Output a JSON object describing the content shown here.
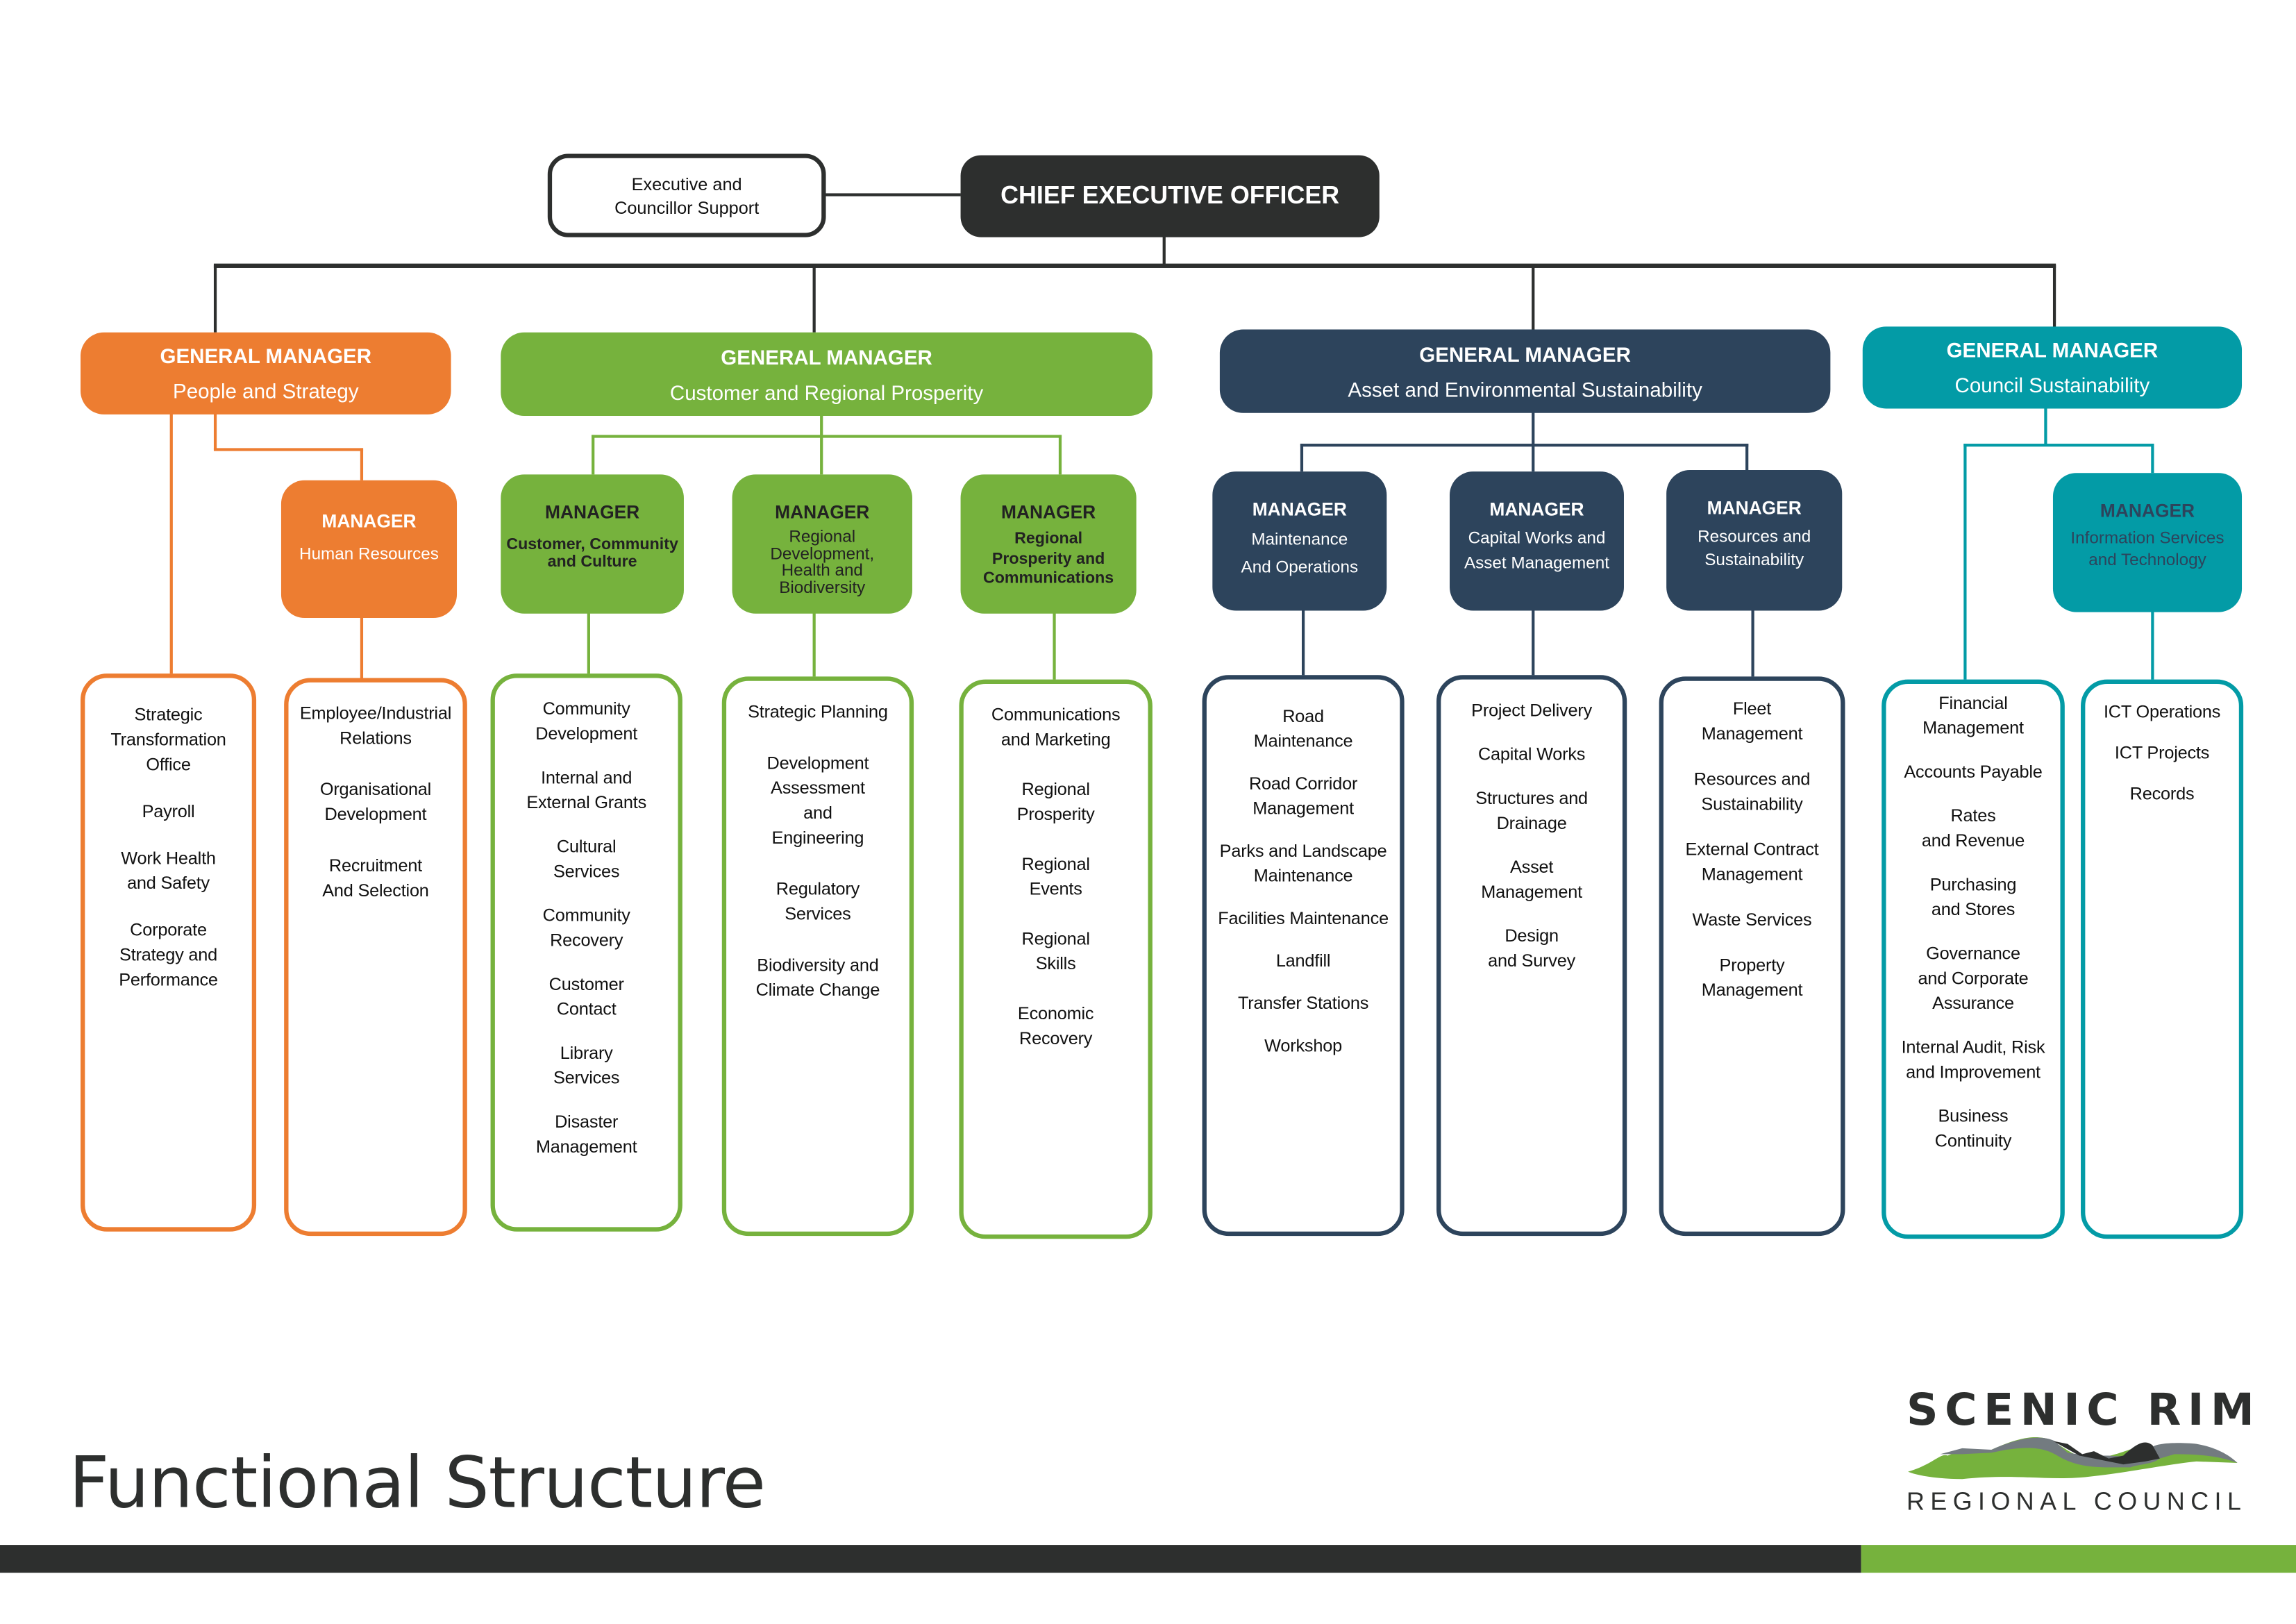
{
  "colors": {
    "orange": "#ed7d31",
    "green": "#76b23d",
    "navy": "#2d445c",
    "teal": "#039ba6",
    "dark": "#2d2f2e"
  },
  "exec_support": "Executive and\nCouncillor Support",
  "ceo": "CHIEF EXECUTIVE OFFICER",
  "general_managers": [
    {
      "title": "GENERAL MANAGER",
      "subtitle": "People and Strategy"
    },
    {
      "title": "GENERAL MANAGER",
      "subtitle": "Customer and Regional Prosperity"
    },
    {
      "title": "GENERAL MANAGER",
      "subtitle": "Asset and Environmental Sustainability"
    },
    {
      "title": "GENERAL MANAGER",
      "subtitle": "Council Sustainability"
    }
  ],
  "managers": [
    {
      "title": "MANAGER",
      "subtitle": "Human  Resources"
    },
    {
      "title": "MANAGER",
      "subtitle": "Customer, Community\nand Culture"
    },
    {
      "title": "MANAGER",
      "subtitle": "Regional\nDevelopment,\nHealth and\nBiodiversity"
    },
    {
      "title": "MANAGER",
      "subtitle": "Regional\nProsperity and\nCommunications"
    },
    {
      "title": "MANAGER",
      "subtitle": "Maintenance\nAnd Operations"
    },
    {
      "title": "MANAGER",
      "subtitle": "Capital Works and\nAsset Management"
    },
    {
      "title": "MANAGER",
      "subtitle": "Resources and\nSustainability"
    },
    {
      "title": "MANAGER",
      "subtitle": "Information Services\nand Technology"
    }
  ],
  "functions": [
    [
      "Strategic\nTransformation\nOffice",
      "Payroll",
      "Work Health\nand Safety",
      "Corporate\nStrategy and\nPerformance"
    ],
    [
      "Employee/Industrial\nRelations",
      "Organisational\nDevelopment",
      "Recruitment\nAnd Selection"
    ],
    [
      "Community\nDevelopment",
      "Internal and\nExternal Grants",
      "Cultural\nServices",
      "Community\nRecovery",
      "Customer\nContact",
      "Library\nServices",
      "Disaster\nManagement"
    ],
    [
      "Strategic Planning",
      "Development\nAssessment\nand\nEngineering",
      "Regulatory\nServices",
      "Biodiversity and\nClimate Change"
    ],
    [
      "Communications\nand Marketing",
      "Regional\nProsperity",
      "Regional\nEvents",
      "Regional\nSkills",
      "Economic\nRecovery"
    ],
    [
      "Road\nMaintenance",
      "Road Corridor\nManagement",
      "Parks and Landscape\nMaintenance",
      "Facilities Maintenance",
      "Landfill",
      "Transfer Stations",
      "Workshop"
    ],
    [
      "Project Delivery",
      "Capital Works",
      "Structures and\nDrainage",
      "Asset\nManagement",
      "Design\nand Survey"
    ],
    [
      "Fleet\nManagement",
      "Resources and\nSustainability",
      "External Contract\nManagement",
      "Waste Services",
      "Property\nManagement"
    ],
    [
      "Financial\nManagement",
      "Accounts Payable",
      "Rates\nand Revenue",
      "Purchasing\nand Stores",
      "Governance\nand Corporate\nAssurance",
      "Internal Audit, Risk\nand Improvement",
      "Business\nContinuity"
    ],
    [
      "ICT Operations",
      "ICT Projects",
      "Records"
    ]
  ],
  "footer": {
    "title": "Functional Structure"
  },
  "logo": {
    "line1": "SCENIC RIM",
    "line2": "REGIONAL COUNCIL"
  }
}
